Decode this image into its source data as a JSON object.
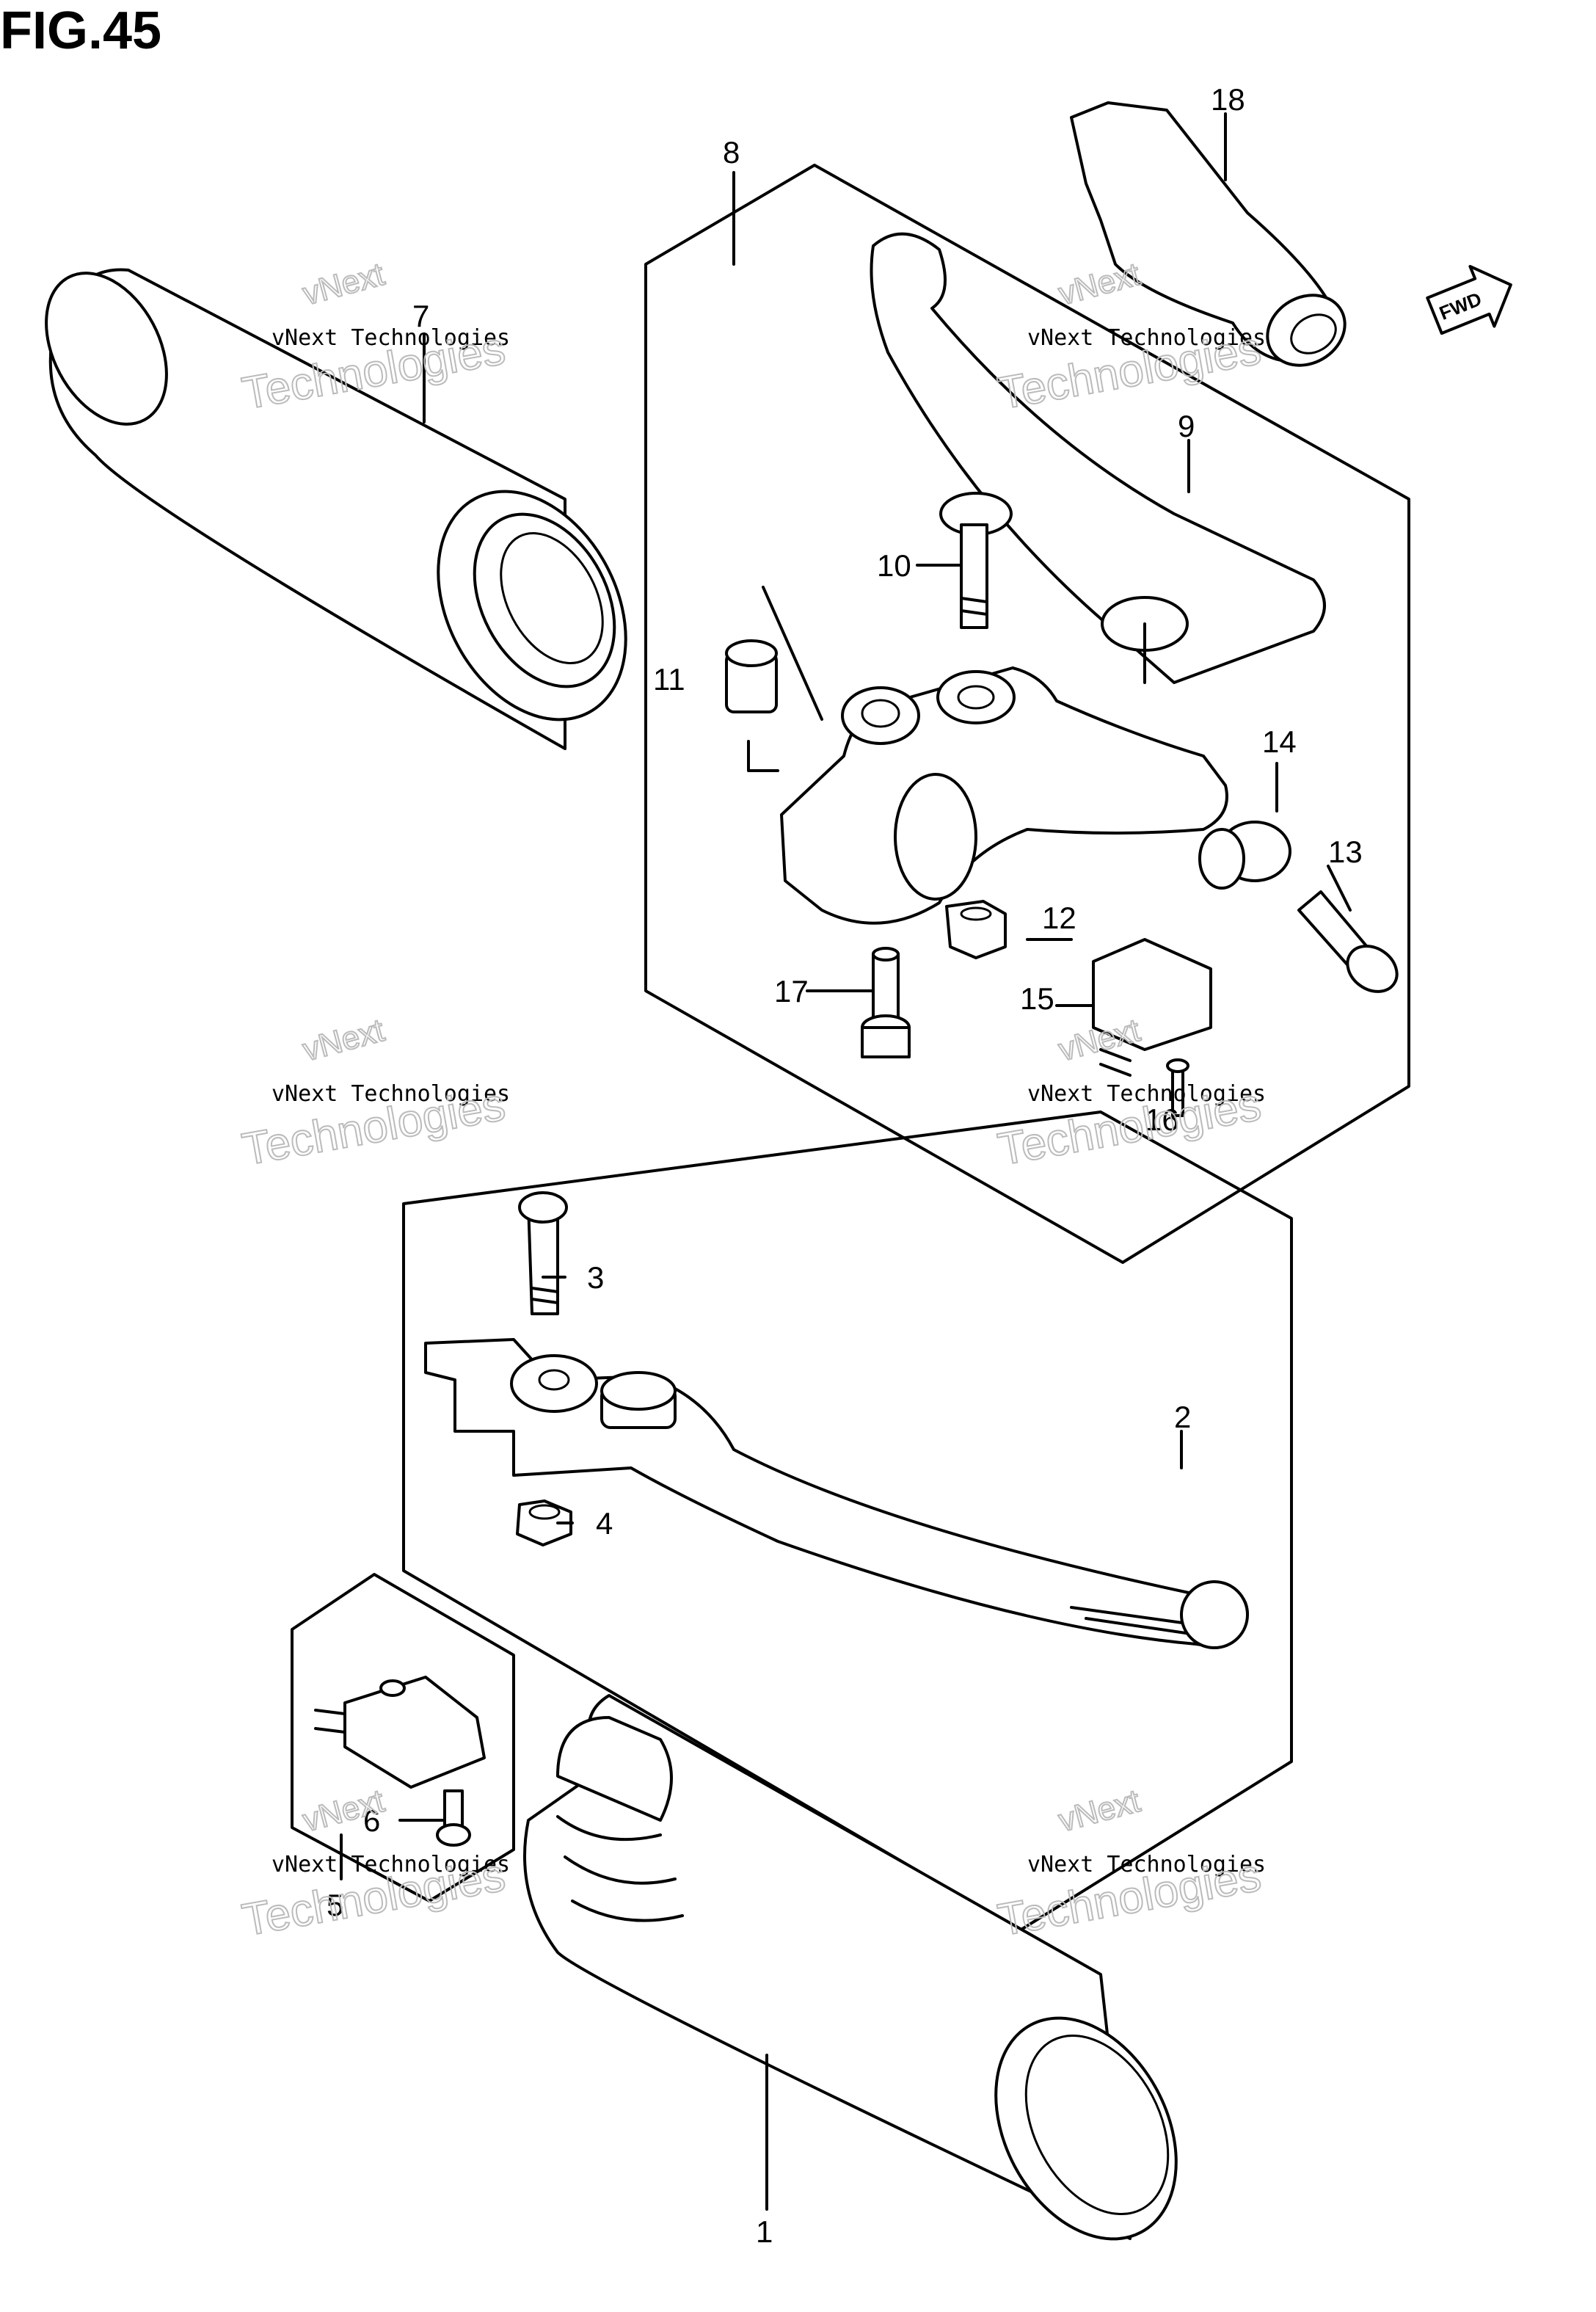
{
  "figure": {
    "title": "FIG.45"
  },
  "badge": {
    "label": "FWD"
  },
  "watermark": {
    "line_small": "vNext Technologies",
    "line_big": "Technologies",
    "line_top": "vNext"
  },
  "callouts": [
    "1",
    "2",
    "3",
    "4",
    "5",
    "6",
    "7",
    "8",
    "9",
    "10",
    "11",
    "12",
    "13",
    "14",
    "15",
    "16",
    "17",
    "18"
  ]
}
